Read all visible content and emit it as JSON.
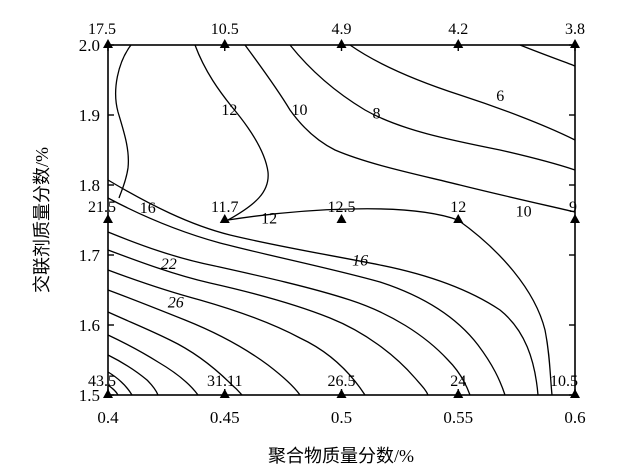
{
  "chart_data": {
    "type": "contour",
    "xlabel": "聚合物质量分数/%",
    "ylabel": "交联剂质量分数/%",
    "xlim": [
      0.4,
      0.6
    ],
    "ylim": [
      1.5,
      2.0
    ],
    "x_ticks": [
      "0.4",
      "0.45",
      "0.5",
      "0.55",
      "0.6"
    ],
    "y_ticks": [
      "1.5",
      "1.6",
      "1.7",
      "1.8",
      "1.9",
      "2.0"
    ],
    "x_tick_values": [
      0.4,
      0.45,
      0.5,
      0.55,
      0.6
    ],
    "y_tick_values": [
      1.5,
      1.6,
      1.7,
      1.8,
      1.9,
      2.0
    ],
    "grid": false,
    "legend": "none",
    "points": [
      {
        "x": 0.4,
        "y": 2.0,
        "label": "17.5"
      },
      {
        "x": 0.45,
        "y": 2.0,
        "label": "10.5"
      },
      {
        "x": 0.5,
        "y": 2.0,
        "label": "4.9"
      },
      {
        "x": 0.55,
        "y": 2.0,
        "label": "4.2"
      },
      {
        "x": 0.6,
        "y": 2.0,
        "label": "3.8"
      },
      {
        "x": 0.4,
        "y": 1.75,
        "label": "21.5"
      },
      {
        "x": 0.45,
        "y": 1.75,
        "label": "11.7"
      },
      {
        "x": 0.5,
        "y": 1.75,
        "label": "12.5"
      },
      {
        "x": 0.55,
        "y": 1.75,
        "label": "12"
      },
      {
        "x": 0.6,
        "y": 1.75,
        "label": "9"
      },
      {
        "x": 0.4,
        "y": 1.5,
        "label": "43.5"
      },
      {
        "x": 0.45,
        "y": 1.5,
        "label": "31.11"
      },
      {
        "x": 0.5,
        "y": 1.5,
        "label": "26.5"
      },
      {
        "x": 0.55,
        "y": 1.5,
        "label": "24"
      },
      {
        "x": 0.6,
        "y": 1.5,
        "label": "10.5"
      }
    ],
    "contour_labels": [
      {
        "text": "6",
        "x": 0.568,
        "y": 1.92,
        "italic": false
      },
      {
        "text": "8",
        "x": 0.515,
        "y": 1.895,
        "italic": false
      },
      {
        "text": "10",
        "x": 0.482,
        "y": 1.9,
        "italic": false
      },
      {
        "text": "12",
        "x": 0.452,
        "y": 1.9,
        "italic": false
      },
      {
        "text": "10",
        "x": 0.578,
        "y": 1.755,
        "italic": false
      },
      {
        "text": "12",
        "x": 0.469,
        "y": 1.745,
        "italic": false
      },
      {
        "text": "16",
        "x": 0.417,
        "y": 1.76,
        "italic": false
      },
      {
        "text": "16",
        "x": 0.508,
        "y": 1.685,
        "italic": true
      },
      {
        "text": "22",
        "x": 0.426,
        "y": 1.68,
        "italic": true
      },
      {
        "text": "26",
        "x": 0.429,
        "y": 1.625,
        "italic": true
      }
    ]
  }
}
